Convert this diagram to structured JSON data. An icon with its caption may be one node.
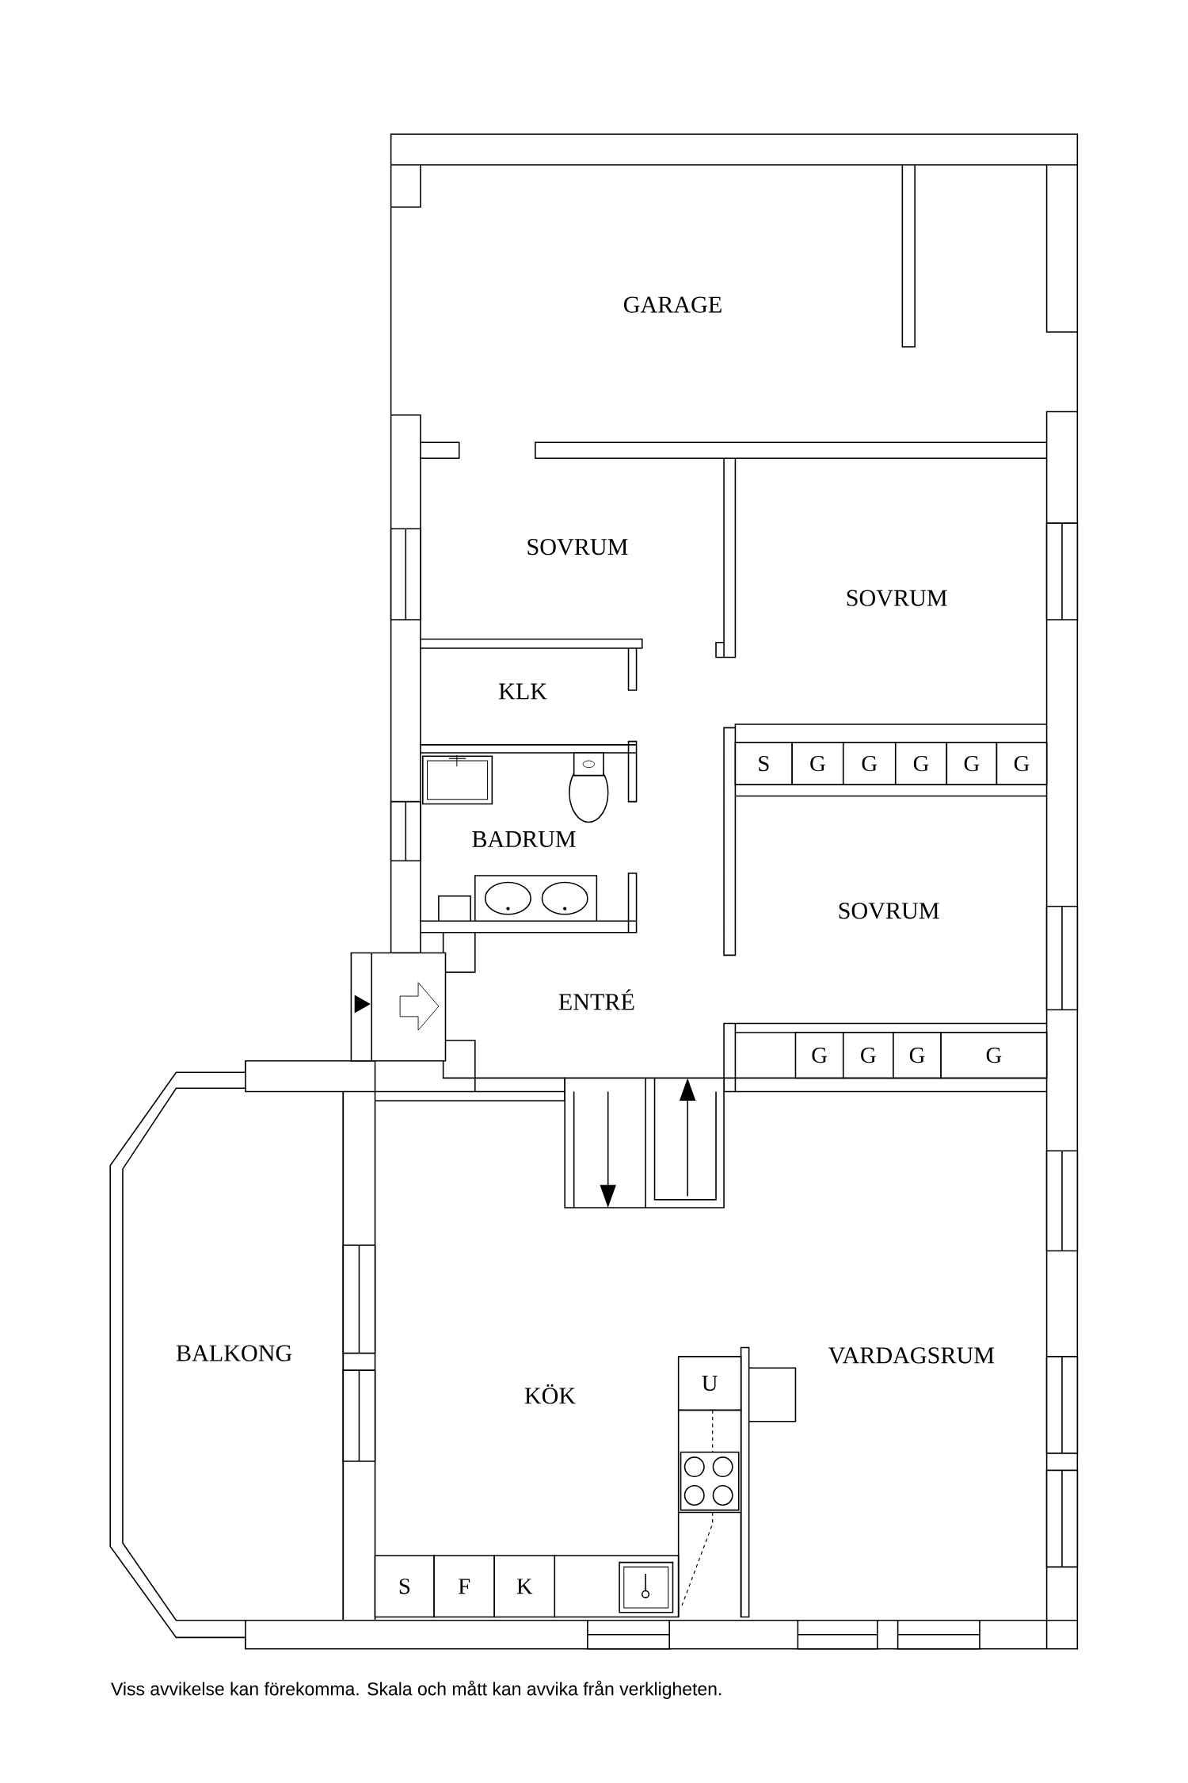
{
  "diagram": {
    "caption": "Viss avvikelse kan förekomma. Skala och mått kan avvika från verkligheten.",
    "nodes": [
      {
        "text": [
          "GARAGE"
        ]
      },
      {
        "text": [
          "SOVRUM"
        ]
      },
      {
        "text": [
          "SOVRUM"
        ]
      },
      {
        "text": [
          "KLK"
        ]
      },
      {
        "text": [
          "BADRUM"
        ]
      },
      {
        "text": [
          "SOVRUM"
        ]
      },
      {
        "text": [
          "ENTRÉ"
        ]
      },
      {
        "text": [
          "BALKONG"
        ]
      },
      {
        "text": [
          "KÖK"
        ]
      },
      {
        "text": [
          "VARDAGSRUM"
        ]
      }
    ],
    "labels": [
      "S",
      "G",
      "G",
      "G",
      "G",
      "G",
      "G",
      "G",
      "G",
      "G",
      "U",
      "S",
      "F",
      "K"
    ]
  }
}
